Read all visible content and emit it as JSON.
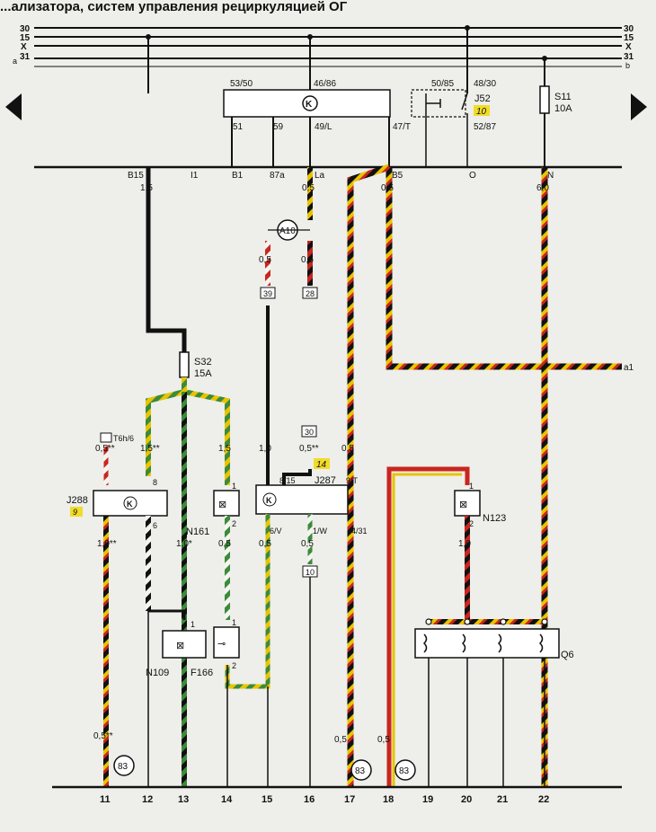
{
  "title_fragment": "...ализатора, систем управления рециркуляцией ОГ",
  "rails": {
    "left": [
      "30",
      "15",
      "X",
      "31"
    ],
    "right": [
      "30",
      "15",
      "X",
      "31"
    ],
    "left_extra": "a",
    "right_extra": "b"
  },
  "relay_unit": {
    "pins_top": [
      "53/50",
      "46/86",
      "50/85",
      "48/30"
    ],
    "pins_bottom": [
      "51",
      "59",
      "49/L",
      "47/T",
      "52/87"
    ],
    "relay_name": "J52",
    "relay_num": "10"
  },
  "fuse_s11": {
    "name": "S11",
    "rating": "10A"
  },
  "connector_row": [
    "B15",
    "I1",
    "B1",
    "87a",
    "La",
    "B5",
    "O",
    "N"
  ],
  "wire_sizes": {
    "b15": "1,5",
    "la": "0,5",
    "b5": "0,5",
    "n": "6,0",
    "a10_a": "0,5",
    "a10_b": "0,5",
    "j288_in": "0,5**",
    "s32_l": "1,5**",
    "n161_in": "1,5",
    "m15": "1,0",
    "m16": "0,5**",
    "m17": "0,5",
    "j288_out": "1,0**",
    "n161_out_l": "1,0*",
    "n161_out": "0,5",
    "j287_6v": "0,5",
    "j287_1w": "0,5",
    "n123_out": "1,0",
    "b11": "0,5**",
    "b17": "0,5",
    "b18": "0,5"
  },
  "refs": {
    "a10": "A10",
    "r39": "39",
    "r28": "28",
    "r30": "30",
    "r10": "10",
    "c83": "83",
    "r14": "14"
  },
  "components": {
    "s32": {
      "name": "S32",
      "rating": "15A"
    },
    "t6h": "T6h/6",
    "j288": {
      "name": "J288",
      "num": "9",
      "pin_top": "8",
      "pin_bottom": "6"
    },
    "n161": {
      "name": "N161",
      "p1": "1",
      "p2": "2"
    },
    "j287": {
      "name": "J287",
      "p_8_15": "8/15",
      "p_9t": "9/T",
      "p_6v": "6/V",
      "p_1w": "1/W",
      "p_4_31": "4/31"
    },
    "n123": {
      "name": "N123",
      "p1": "1",
      "p2": "2"
    },
    "n109": {
      "name": "N109",
      "p1": "1"
    },
    "f166": {
      "name": "F166",
      "p1": "1",
      "p2": "2"
    },
    "q6": "Q6",
    "a1": "a1"
  },
  "bottom_numbers": [
    "11",
    "12",
    "13",
    "14",
    "15",
    "16",
    "17",
    "18",
    "19",
    "20",
    "21",
    "22"
  ],
  "colors": {
    "black": "#111111",
    "yellow": "#e7c400",
    "red": "#c8261e",
    "green": "#3c8a3a",
    "white": "#f4f4f0",
    "brown": "#7a4a1f",
    "highlight": "#f1dc2a"
  }
}
